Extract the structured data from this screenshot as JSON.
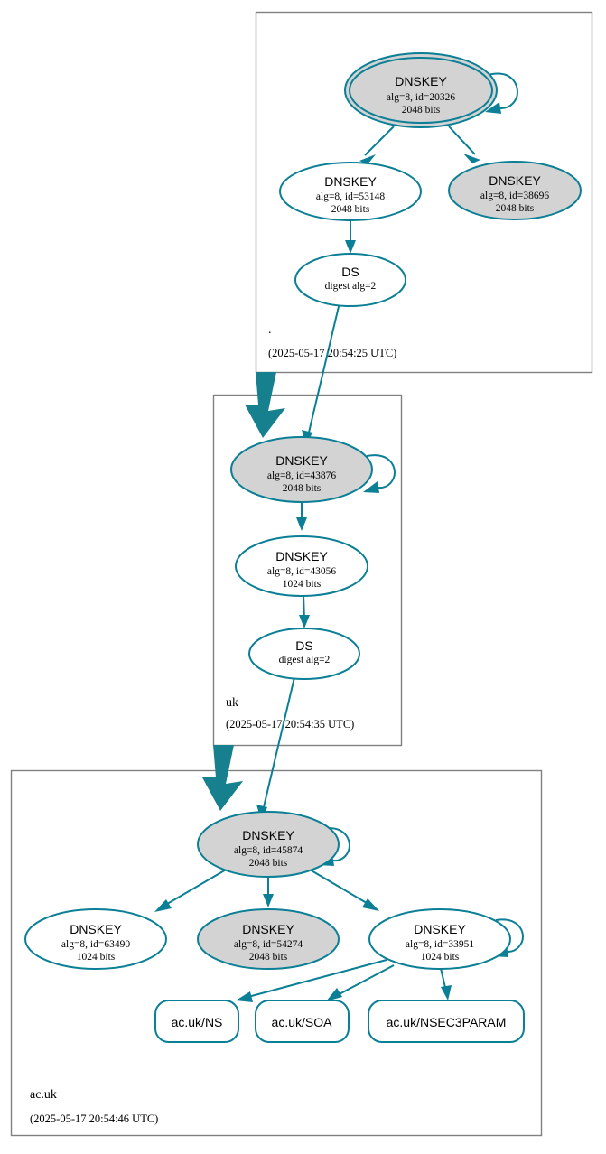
{
  "diagram": {
    "kind": "dnssec-authentication-chain",
    "colors": {
      "node_stroke": "#0b7f95",
      "edge": "#0b7f95",
      "delegation_arrow": "#17808f",
      "secure_fill": "#d3d3d3",
      "plain_fill": "#ffffff",
      "zone_box_stroke": "#808080",
      "text": "#000000"
    }
  },
  "zones": [
    {
      "id": "root",
      "name": ".",
      "timestamp": "(2025-05-17 20:54:25 UTC)",
      "nodes": [
        {
          "id": "root-ksk",
          "type": "DNSKEY",
          "title": "DNSKEY",
          "line2": "alg=8, id=20326",
          "line3": "2048 bits",
          "shape": "double-ellipse",
          "fill": "#d3d3d3",
          "self_signed": true
        },
        {
          "id": "root-zsk",
          "type": "DNSKEY",
          "title": "DNSKEY",
          "line2": "alg=8, id=53148",
          "line3": "2048 bits",
          "shape": "ellipse",
          "fill": "#ffffff",
          "self_signed": false
        },
        {
          "id": "root-key-38696",
          "type": "DNSKEY",
          "title": "DNSKEY",
          "line2": "alg=8, id=38696",
          "line3": "2048 bits",
          "shape": "ellipse",
          "fill": "#d3d3d3",
          "self_signed": false
        },
        {
          "id": "root-ds-uk",
          "type": "DS",
          "title": "DS",
          "line2": "digest alg=2",
          "line3": "",
          "shape": "ellipse",
          "fill": "#ffffff",
          "self_signed": false
        }
      ]
    },
    {
      "id": "uk",
      "name": "uk",
      "timestamp": "(2025-05-17 20:54:35 UTC)",
      "nodes": [
        {
          "id": "uk-ksk",
          "type": "DNSKEY",
          "title": "DNSKEY",
          "line2": "alg=8, id=43876",
          "line3": "2048 bits",
          "shape": "ellipse",
          "fill": "#d3d3d3",
          "self_signed": true
        },
        {
          "id": "uk-zsk",
          "type": "DNSKEY",
          "title": "DNSKEY",
          "line2": "alg=8, id=43056",
          "line3": "1024 bits",
          "shape": "ellipse",
          "fill": "#ffffff",
          "self_signed": false
        },
        {
          "id": "uk-ds-acuk",
          "type": "DS",
          "title": "DS",
          "line2": "digest alg=2",
          "line3": "",
          "shape": "ellipse",
          "fill": "#ffffff",
          "self_signed": false
        }
      ]
    },
    {
      "id": "ac-uk",
      "name": "ac.uk",
      "timestamp": "(2025-05-17 20:54:46 UTC)",
      "nodes": [
        {
          "id": "acuk-ksk",
          "type": "DNSKEY",
          "title": "DNSKEY",
          "line2": "alg=8, id=45874",
          "line3": "2048 bits",
          "shape": "ellipse",
          "fill": "#d3d3d3",
          "self_signed": true
        },
        {
          "id": "acuk-key-63490",
          "type": "DNSKEY",
          "title": "DNSKEY",
          "line2": "alg=8, id=63490",
          "line3": "1024 bits",
          "shape": "ellipse",
          "fill": "#ffffff",
          "self_signed": false
        },
        {
          "id": "acuk-key-54274",
          "type": "DNSKEY",
          "title": "DNSKEY",
          "line2": "alg=8, id=54274",
          "line3": "2048 bits",
          "shape": "ellipse",
          "fill": "#d3d3d3",
          "self_signed": false
        },
        {
          "id": "acuk-key-33951",
          "type": "DNSKEY",
          "title": "DNSKEY",
          "line2": "alg=8, id=33951",
          "line3": "1024 bits",
          "shape": "ellipse",
          "fill": "#ffffff",
          "self_signed": true
        }
      ],
      "rrsets": [
        {
          "id": "rrset-ns",
          "label": "ac.uk/NS"
        },
        {
          "id": "rrset-soa",
          "label": "ac.uk/SOA"
        },
        {
          "id": "rrset-nsec3param",
          "label": "ac.uk/NSEC3PARAM"
        }
      ]
    }
  ]
}
